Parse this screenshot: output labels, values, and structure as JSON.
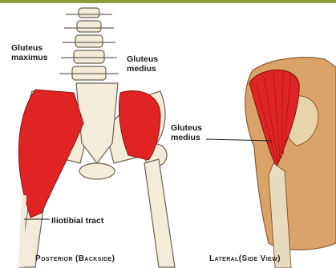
{
  "labels": {
    "gluteus_maximus": "Gluteus\nmaximus",
    "gluteus_medius_posterior": "Gluteus\nmedius",
    "iliotibial_tract": "Iliotibial tract",
    "gluteus_medius_lateral": "Gluteus\nmedius"
  },
  "captions": {
    "posterior": "Posterior (Backside)",
    "lateral": "Lateral(Side View)"
  },
  "colors": {
    "muscle_red": "#e02424",
    "bone": "#f3ecd9",
    "bone_outline": "#6b6255",
    "skin": "#d9a36a",
    "border": "#8f9b3a"
  }
}
